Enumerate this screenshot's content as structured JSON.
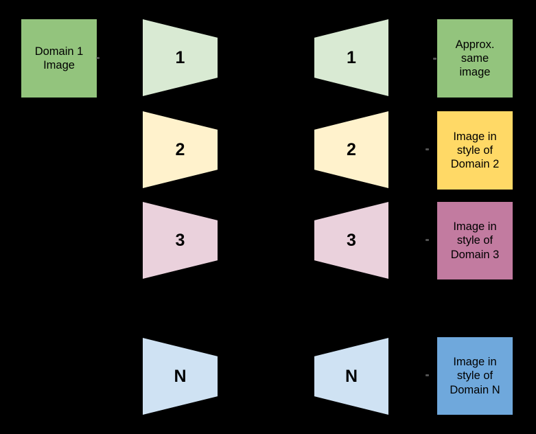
{
  "palette": {
    "background": "#000000",
    "text": "#000000",
    "input_box_green": "#93c47d",
    "encoder_row1_green": "#d9ead3",
    "encoder_row2_cream": "#fff2cc",
    "encoder_row3_pink": "#ead1dc",
    "encoder_rowN_blue": "#cfe2f3",
    "output_row1_green": "#93c47d",
    "output_row2_yellow": "#ffd966",
    "output_row3_magenta": "#c27ba0",
    "output_rowN_blue": "#6fa8dc"
  },
  "input_box": {
    "label": "Domain 1\nImage",
    "color": "#93c47d"
  },
  "rows": [
    {
      "encoder_label": "1",
      "decoder_label": "1",
      "output_label": "Approx.\nsame\nimage",
      "trapezoid_color": "#d9ead3",
      "output_color": "#93c47d"
    },
    {
      "encoder_label": "2",
      "decoder_label": "2",
      "output_label": "Image in\nstyle of\nDomain 2",
      "trapezoid_color": "#fff2cc",
      "output_color": "#ffd966"
    },
    {
      "encoder_label": "3",
      "decoder_label": "3",
      "output_label": "Image in\nstyle of\nDomain 3",
      "trapezoid_color": "#ead1dc",
      "output_color": "#c27ba0"
    },
    {
      "encoder_label": "N",
      "decoder_label": "N",
      "output_label": "Image in\nstyle of\nDomain N",
      "trapezoid_color": "#cfe2f3",
      "output_color": "#6fa8dc"
    }
  ]
}
